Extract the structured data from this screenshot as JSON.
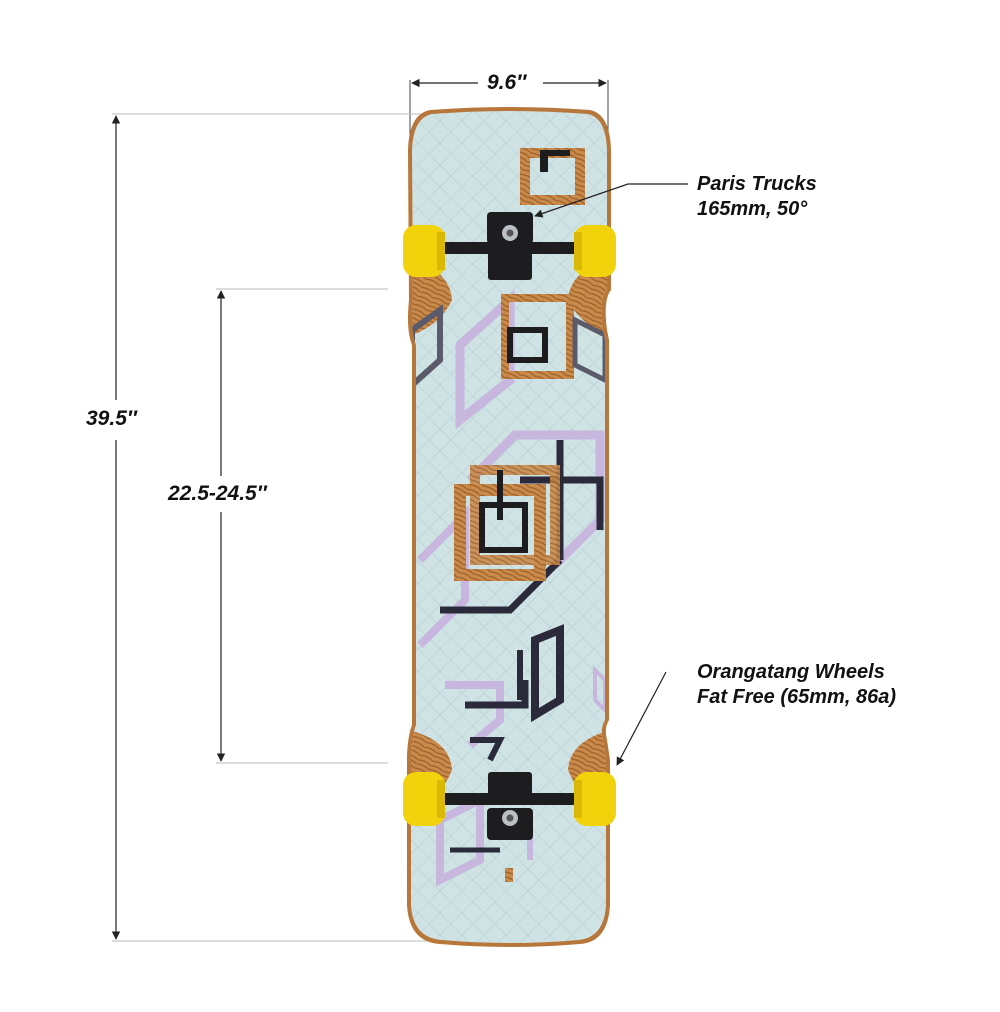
{
  "dimensions": {
    "width": "9.6″",
    "length": "39.5″",
    "wheelbase": "22.5-24.5″"
  },
  "callouts": {
    "trucks": {
      "line1": "Paris Trucks",
      "line2": "165mm, 50°"
    },
    "wheels": {
      "line1": "Orangatang Wheels",
      "line2": "Fat Free (65mm, 86a)"
    }
  },
  "colors": {
    "deck": "#cfe3e5",
    "wood": "#c98a4a",
    "wheel": "#f2d20a",
    "truck": "#1d1d1f",
    "graphic_dark": "#2a2a3a",
    "graphic_lavender": "#c7b6dd",
    "dimension_line": "#222222"
  }
}
